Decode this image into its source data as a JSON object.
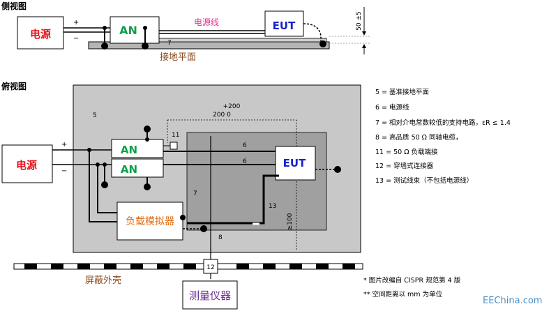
{
  "side_view": {
    "title": "侧视图",
    "power": "电源",
    "an": "AN",
    "eut": "EUT",
    "power_cable": "电源线",
    "ground_plane": "接地平面",
    "plus": "+",
    "minus": "−",
    "n7": "7",
    "height": "50 ±5"
  },
  "top_view": {
    "title": "俯视图",
    "power": "电源",
    "an_top": "AN",
    "an_bottom": "AN",
    "eut": "EUT",
    "load_sim": "负载模拟器",
    "meter": "测量仪器",
    "shield": "屏蔽外壳",
    "plus": "+",
    "minus": "−",
    "dim_200a": "+200",
    "dim_200b": "200  0",
    "dim_100": "≥100",
    "n5": "5",
    "n6a": "6",
    "n6b": "6",
    "n7": "7",
    "n8": "8",
    "n11": "11",
    "n12": "12",
    "n13": "13"
  },
  "legend": [
    "5 = 基准接地平面",
    "6 = 电源线",
    "7 = 相对介电常数较低的支持电路，εR ≤ 1.4",
    "8 = 高品质  50 Ω  同轴电缆，",
    "11 = 50 Ω  负载端接",
    "12 = 穿墙式连接器",
    "13 = 测试线束（不包括电源线）"
  ],
  "notes": [
    "* 图片改编自 CISPR 规范第 4 版",
    "** 空间距离以 mm 为单位"
  ],
  "watermark": "EEChina.com",
  "colors": {
    "red_label": "#e8131b",
    "green_label": "#0ea04a",
    "blue_label": "#1624c8",
    "magenta_label": "#e0338e",
    "orange_label": "#e06a12",
    "brown_label": "#8b4a1e",
    "purple_label": "#6a2c91",
    "plane_gray": "#c8c8c8",
    "inner_gray": "#a0a0a0"
  }
}
